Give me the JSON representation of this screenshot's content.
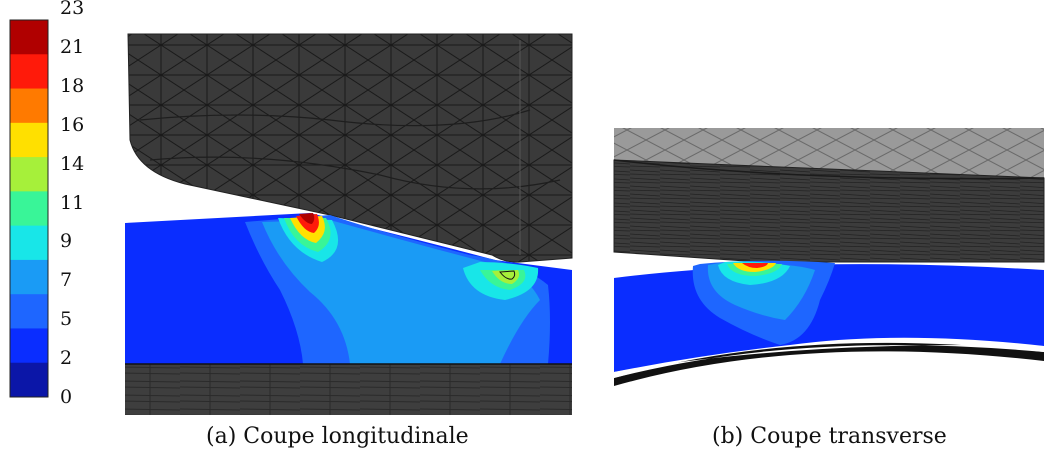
{
  "colorbar": {
    "ticks": [
      "23",
      "21",
      "18",
      "16",
      "14",
      "11",
      "9",
      "7",
      "5",
      "2",
      "0"
    ],
    "colors": [
      "#b00000",
      "#ff1a0a",
      "#ff7a00",
      "#ffe000",
      "#a6f03a",
      "#39f598",
      "#18e6e8",
      "#1a9bf5",
      "#1e66ff",
      "#0a2dff",
      "#0b16a8"
    ]
  },
  "panels": [
    {
      "caption": "(a) Coupe longitudinale"
    },
    {
      "caption": "(b) Coupe transverse"
    }
  ]
}
